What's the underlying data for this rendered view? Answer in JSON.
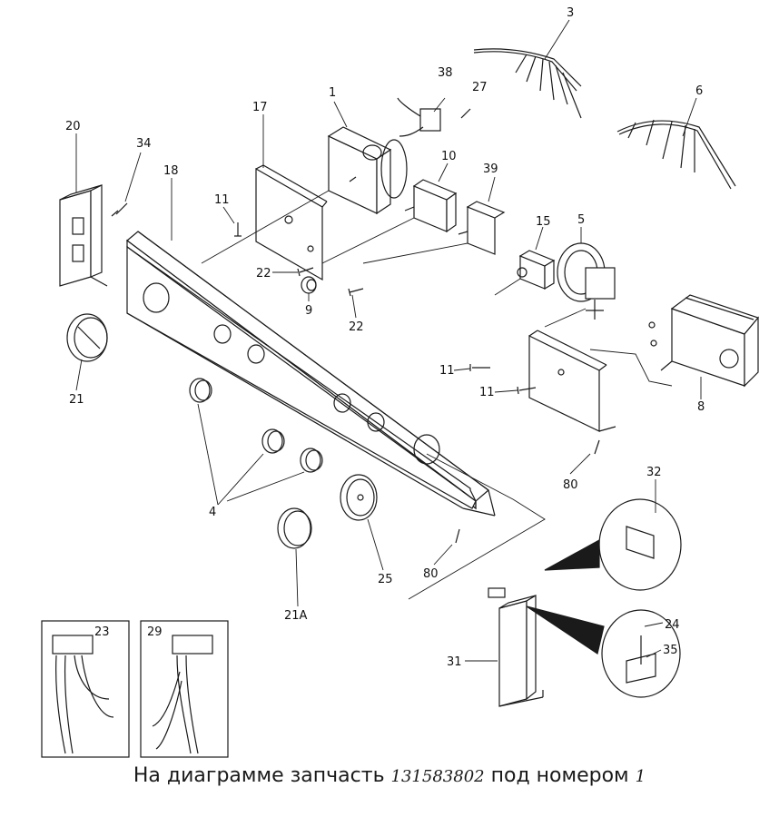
{
  "diagram": {
    "labels": {
      "p1": "1",
      "p3": "3",
      "p4": "4",
      "p5": "5",
      "p6": "6",
      "p8": "8",
      "p9": "9",
      "p10": "10",
      "p11a": "11",
      "p11b": "11",
      "p11c": "11",
      "p15": "15",
      "p17": "17",
      "p18": "18",
      "p20": "20",
      "p21": "21",
      "p21a": "21A",
      "p22a": "22",
      "p22b": "22",
      "p23": "23",
      "p24": "24",
      "p25": "25",
      "p27": "27",
      "p29": "29",
      "p31": "31",
      "p32": "32",
      "p34": "34",
      "p35": "35",
      "p38": "38",
      "p39": "39",
      "p80a": "80",
      "p80b": "80"
    }
  },
  "caption": {
    "prefix": "На диаграмме запчасть",
    "part_number": "131583802",
    "middle": "под номером",
    "part_index": "1"
  }
}
